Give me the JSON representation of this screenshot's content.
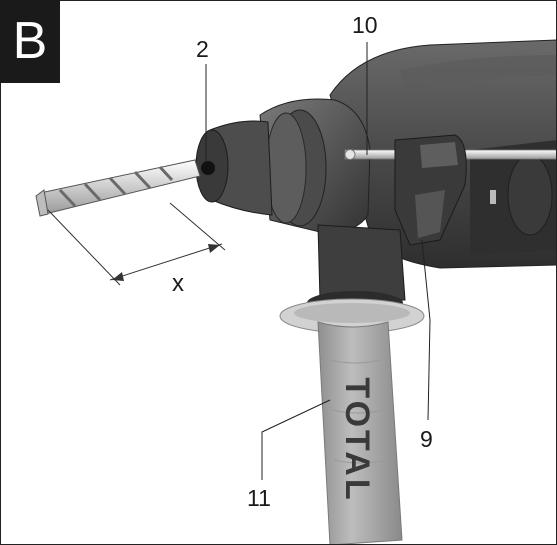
{
  "panel": {
    "letter": "B"
  },
  "callouts": {
    "chuck": "2",
    "depth_gauge_rod": "10",
    "depth_gauge_clamp": "9",
    "auxiliary_handle": "11"
  },
  "dimension": {
    "label": "x"
  },
  "brand": {
    "handle_logo": "TOTAL"
  },
  "colors": {
    "body_dark": "#3c3c3c",
    "body_mid": "#5a5a5a",
    "handle_grey": "#a9a9a9",
    "collar_light": "#cfcfcf",
    "bit_metal": "#d9d9d9"
  }
}
